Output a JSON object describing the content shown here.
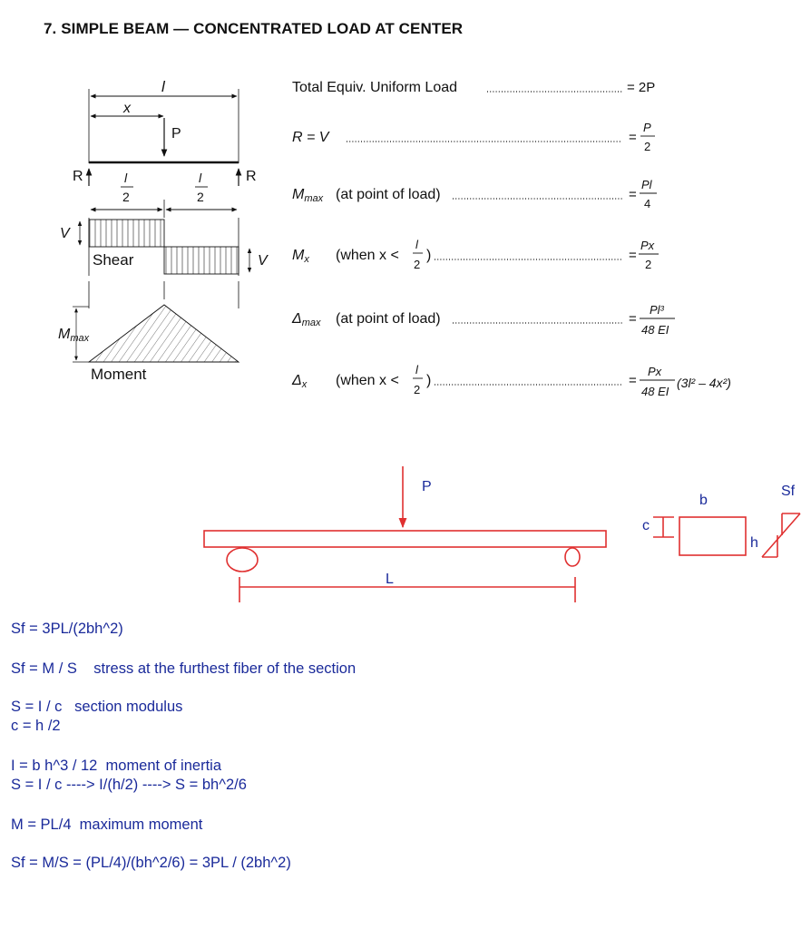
{
  "title": "7. SIMPLE BEAM — CONCENTRATED LOAD AT CENTER",
  "beam_diagram": {
    "length_label": "l",
    "x_label": "x",
    "load_label": "P",
    "reaction_left": "R",
    "reaction_right": "R",
    "half_num": "l",
    "half_den": "2",
    "shear_left_label": "V",
    "shear_right_label": "V",
    "shear_caption": "Shear",
    "moment_label_main": "M",
    "moment_label_sub": "max",
    "moment_caption": "Moment"
  },
  "formulas": {
    "total_equiv_label": "Total Equiv. Uniform Load",
    "total_equiv_value": "= 2P",
    "rv_label": "R = V",
    "rv_num": "P",
    "rv_den": "2",
    "mmax_main": "M",
    "mmax_sub": "max",
    "mmax_desc": "(at point of load)",
    "mmax_num": "Pl",
    "mmax_den": "4",
    "mx_main": "M",
    "mx_sub": "x",
    "mx_desc": "(when x <",
    "mx_frac_num": "l",
    "mx_frac_den": "2",
    "mx_num": "Px",
    "mx_den": "2",
    "dmax_main": "Δ",
    "dmax_sub": "max",
    "dmax_desc": "(at point of load)",
    "dmax_num": "Pl³",
    "dmax_den": "48 EI",
    "dx_main": "Δ",
    "dx_sub": "x",
    "dx_desc": "(when x <",
    "dx_frac_num": "l",
    "dx_frac_den": "2",
    "dx_num": "Px",
    "dx_den": "48 EI",
    "dx_tail": "(3l² – 4x²)",
    "equals": "="
  },
  "sketch": {
    "load": "P",
    "span": "L",
    "width": "b",
    "height": "h",
    "c": "c",
    "stress": "Sf",
    "color": "#e03030"
  },
  "notes": {
    "line1": "Sf = 3PL/(2bh^2)",
    "line2": "Sf = M / S    stress at the furthest fiber of the section",
    "line3": "S = I / c   section modulus",
    "line4": "c = h /2",
    "line5": "I = b h^3 / 12  moment of inertia",
    "line6": "S = I / c ----> I/(h/2) ----> S = bh^2/6",
    "line7": "M = PL/4  maximum moment",
    "line8": "Sf = M/S = (PL/4)/(bh^2/6) = 3PL / (2bh^2)"
  }
}
